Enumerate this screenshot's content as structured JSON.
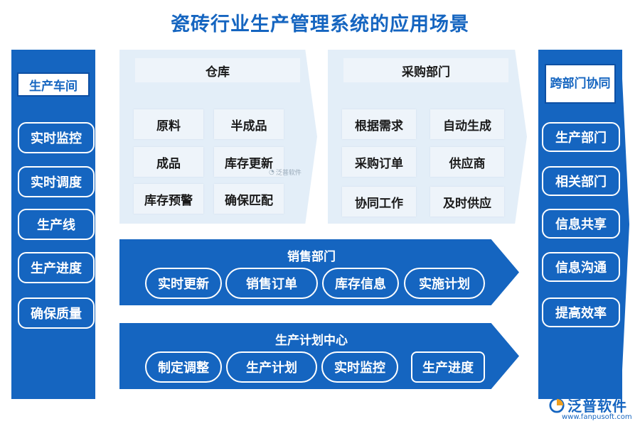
{
  "title": "瓷砖行业生产管理系统的应用场景",
  "left_column": {
    "header": "生产车间",
    "items": [
      "实时监控",
      "实时调度",
      "生产线",
      "生产进度",
      "确保质量"
    ]
  },
  "right_column": {
    "header": "跨部门协同",
    "items": [
      "生产部门",
      "相关部门",
      "信息共享",
      "信息沟通",
      "提高效率"
    ]
  },
  "warehouse": {
    "header": "仓库",
    "cells": [
      "原料",
      "半成品",
      "成品",
      "库存更新",
      "库存预警",
      "确保匹配"
    ]
  },
  "purchasing": {
    "header": "采购部门",
    "cells": [
      "根据需求",
      "自动生成",
      "采购订单",
      "供应商",
      "协同工作",
      "及时供应"
    ]
  },
  "sales": {
    "header": "销售部门",
    "items": [
      "实时更新",
      "销售订单",
      "库存信息",
      "实施计划"
    ]
  },
  "production_plan": {
    "header": "生产计划中心",
    "items": [
      "制定调整",
      "生产计划",
      "实时监控",
      "生产进度"
    ]
  },
  "watermark_small": "泛普软件",
  "logo": {
    "name": "泛普软件",
    "url": "www.fanpusoft.com"
  },
  "colors": {
    "primary": "#1565c0",
    "panel": "#e3eef8",
    "cell": "#eef4fa"
  }
}
